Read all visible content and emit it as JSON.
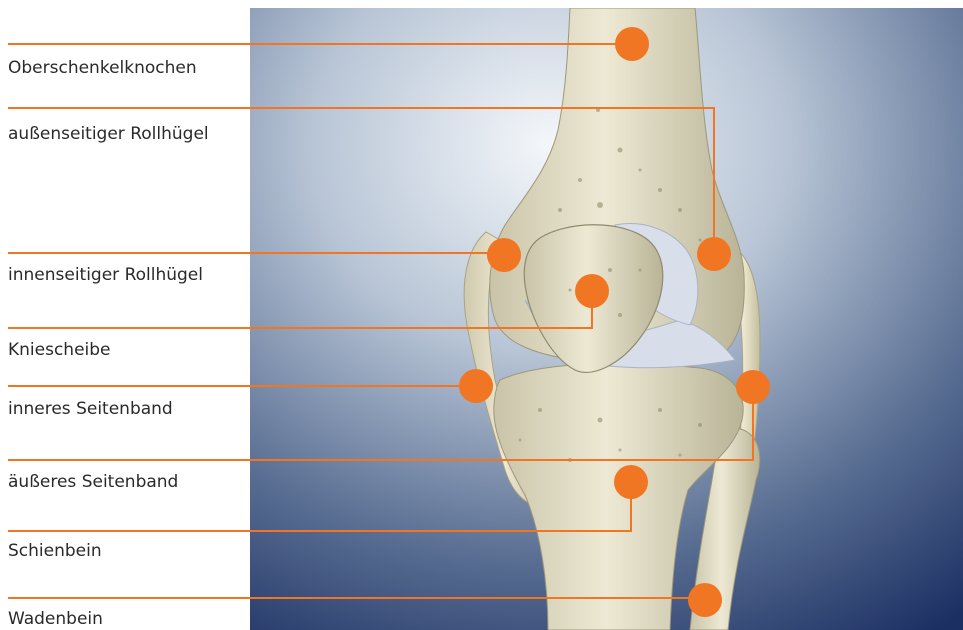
{
  "labels": {
    "femur": "Oberschenkelknochen",
    "lateral_condyle": "außenseitiger Rollhügel",
    "medial_condyle": "innenseitiger Rollhügel",
    "patella": "Kniescheibe",
    "mcl": "inneres Seitenband",
    "lcl": "äußeres Seitenband",
    "tibia": "Schienbein",
    "fibula": "Wadenbein"
  },
  "colors": {
    "accent": "#f07623",
    "background_top": "#f4f7fa",
    "background_bottom": "#1c2f63",
    "bone": "#e9e5cf",
    "cartilage": "#d7dde9"
  }
}
